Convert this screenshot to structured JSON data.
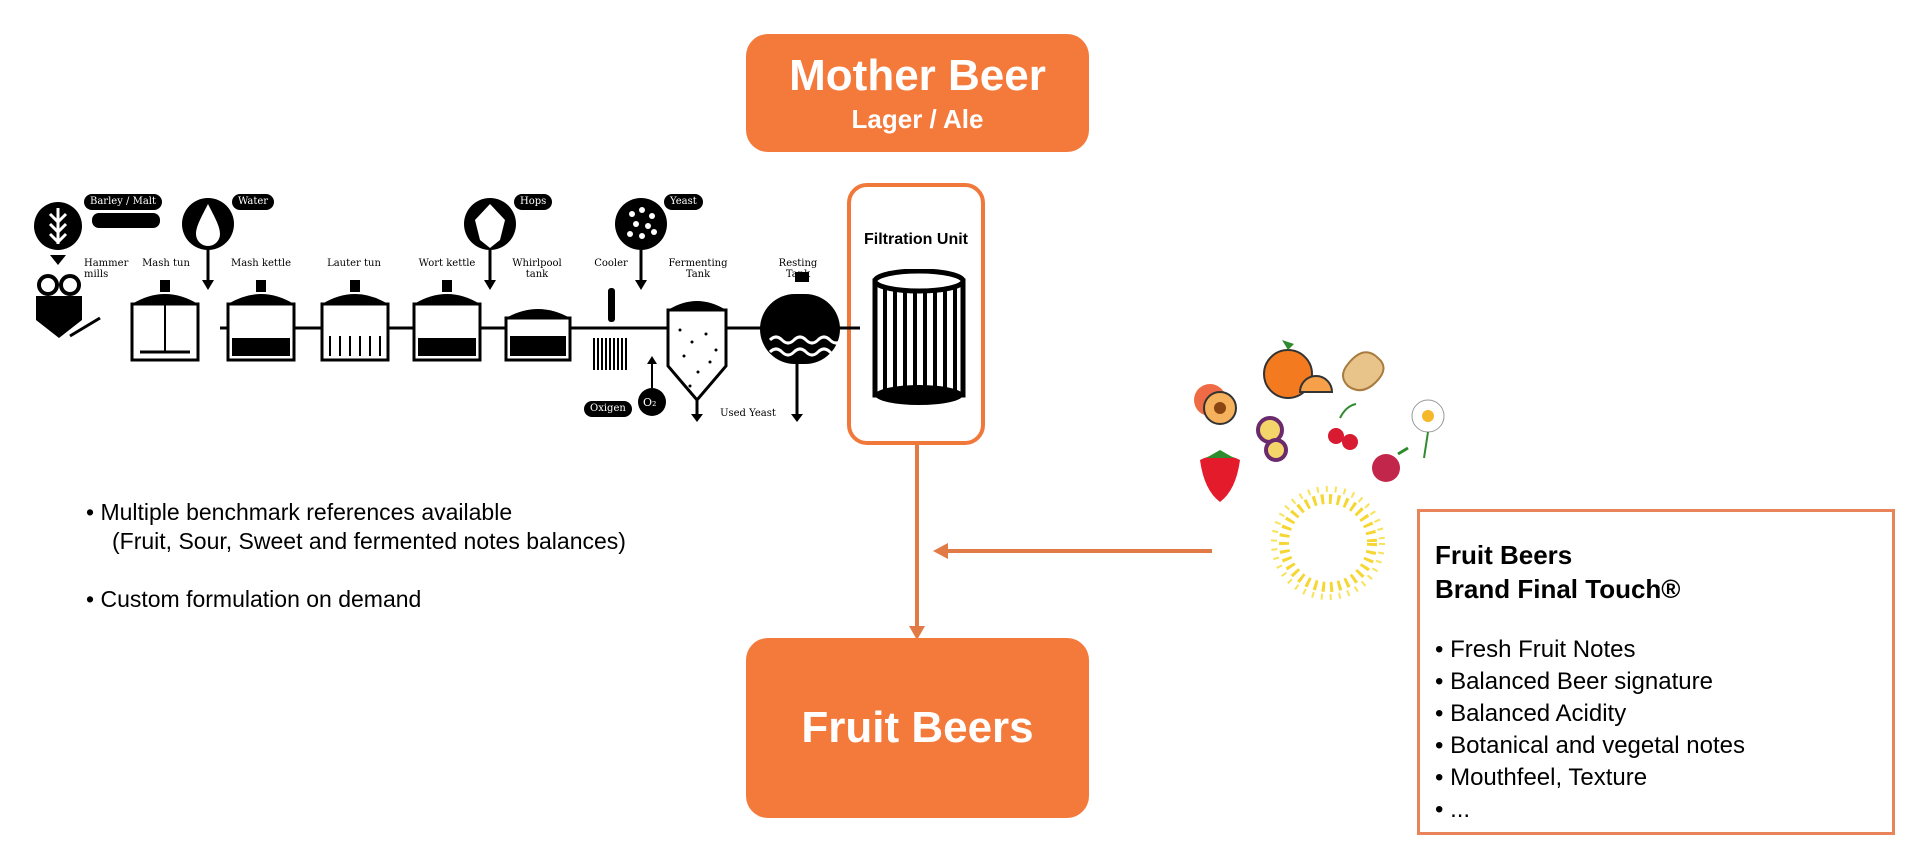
{
  "mother_beer": {
    "title": "Mother Beer",
    "subtitle": "Lager / Ale"
  },
  "fruit_beers_box": {
    "label": "Fruit Beers"
  },
  "filtration": {
    "label": "Filtration Unit"
  },
  "process": {
    "inputs": {
      "barley": "Barley / Malt",
      "water": "Water",
      "hops": "Hops",
      "yeast": "Yeast",
      "oxigen": "Oxigen",
      "o2": "O₂"
    },
    "stages": {
      "hammer": "Hammer\nmills",
      "mash_tun": "Mash tun",
      "mash_kettle": "Mash kettle",
      "lauter": "Lauter tun",
      "wort": "Wort kettle",
      "whirlpool": "Whirlpool\ntank",
      "cooler": "Cooler",
      "fermenting": "Fermenting\nTank",
      "resting": "Resting\nTank"
    },
    "used_yeast": "Used Yeast"
  },
  "left_notes": {
    "line1": "Multiple benchmark references available",
    "line2": "(Fruit, Sour, Sweet and fermented notes balances)",
    "line3": "Custom formulation on demand"
  },
  "panel": {
    "title1": "Fruit Beers",
    "title2": "Brand Final Touch®",
    "items": [
      "Fresh Fruit Notes",
      "Balanced Beer signature",
      "Balanced Acidity",
      "Botanical and vegetal notes",
      "Mouthfeel, Texture",
      "..."
    ]
  },
  "colors": {
    "accent": "#f47a3c",
    "panel_border": "#e8845a",
    "dark": "#000000"
  },
  "icons": [
    "barley-icon",
    "water-drop-icon",
    "hops-icon",
    "yeast-icon",
    "peach-icon",
    "orange-icon",
    "ginger-icon",
    "flower-icon",
    "cherry-icon",
    "strawberry-icon",
    "raspberry-icon",
    "passion-fruit-icon",
    "sun-dots-icon"
  ]
}
